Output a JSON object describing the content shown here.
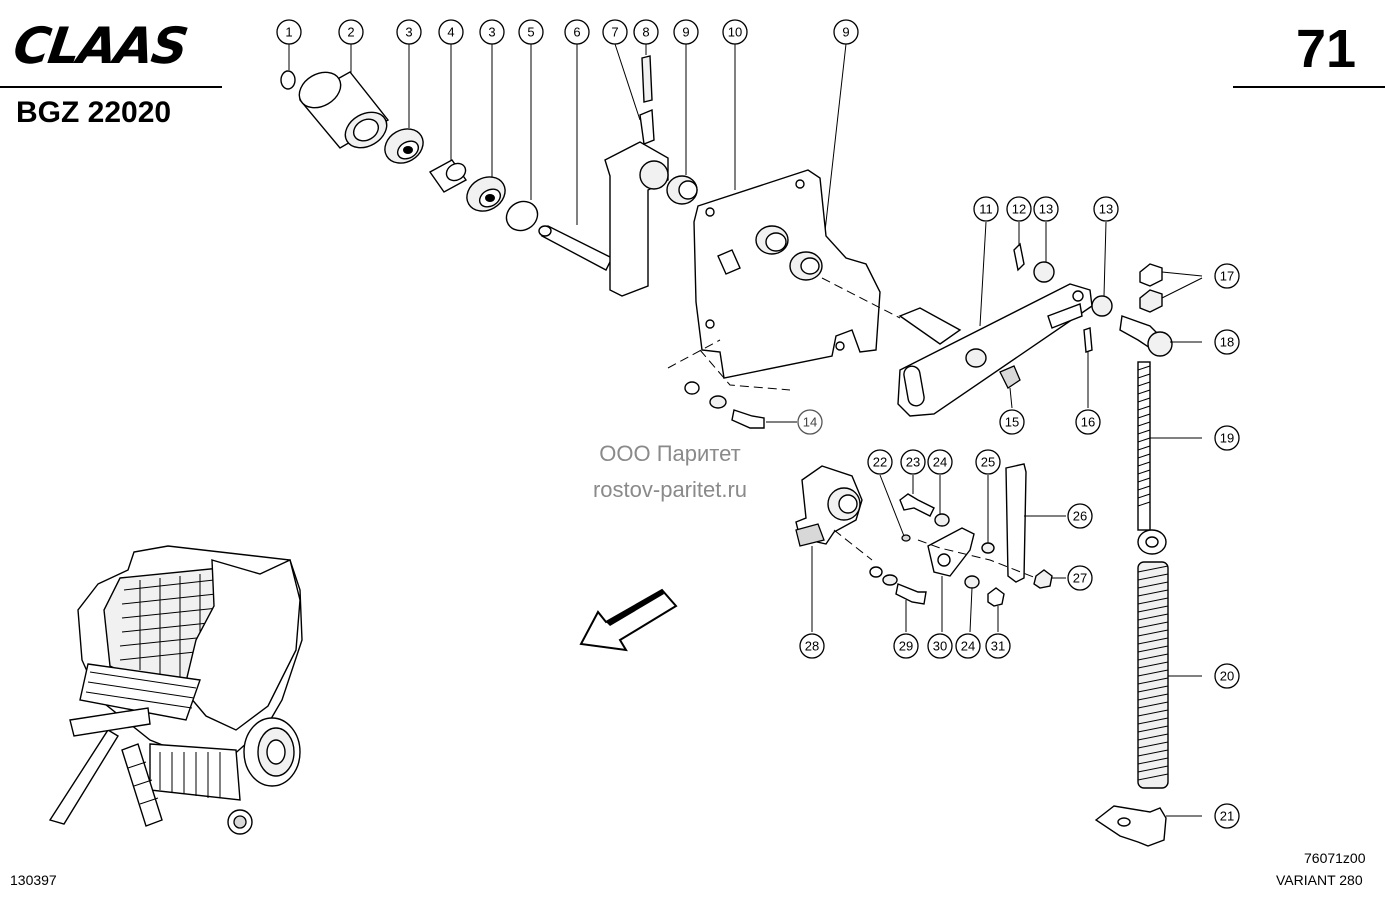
{
  "header": {
    "logo_text": "CLAAS",
    "model": "BGZ 22020",
    "page_number": "71"
  },
  "watermark": {
    "company": "ООО Паритет",
    "site": "rostov-paritet.ru"
  },
  "footer": {
    "drawing_code": "76071z00",
    "variant": "VARIANT 280",
    "date_code": "130397"
  },
  "callouts": [
    "1",
    "2",
    "3",
    "4",
    "3",
    "5",
    "6",
    "7",
    "8",
    "9",
    "10",
    "9",
    "11",
    "12",
    "13",
    "13",
    "17",
    "18",
    "14",
    "15",
    "16",
    "19",
    "22",
    "23",
    "24",
    "25",
    "26",
    "27",
    "28",
    "29",
    "30",
    "24",
    "31",
    "20",
    "21"
  ],
  "colors": {
    "ink": "#000000",
    "watermark": "#8a8a8a"
  }
}
